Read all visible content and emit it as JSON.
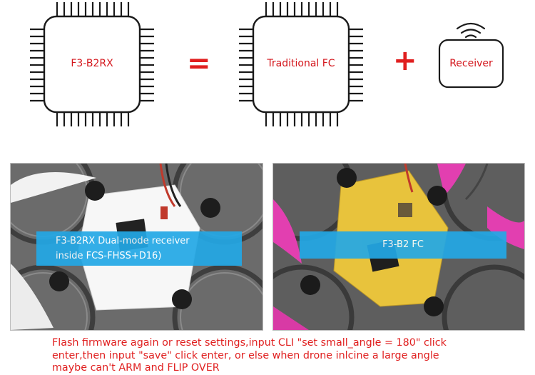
{
  "diagram": {
    "chip1_label": "F3-B2RX",
    "equals_sign": "=",
    "chip2_label": "Traditional FC",
    "plus_sign": "+",
    "receiver_label": "Receiver"
  },
  "photos": {
    "left_banner_line1": "F3-B2RX Dual-mode receiver",
    "left_banner_line2": "inside FCS-FHSS+D16)",
    "right_banner": "F3-B2 FC"
  },
  "note": {
    "line1": "Flash firmware again or reset settings,input CLI \"set small_angle = 180\" click",
    "line2": "enter,then input \"save\" click enter, or else when drone inlcine a large angle",
    "line3": "maybe can't ARM and FLIP OVER"
  },
  "colors": {
    "label_red": "#d4161c",
    "banner_blue": "#23a8e6",
    "chip_outline": "#1a1a1a"
  }
}
